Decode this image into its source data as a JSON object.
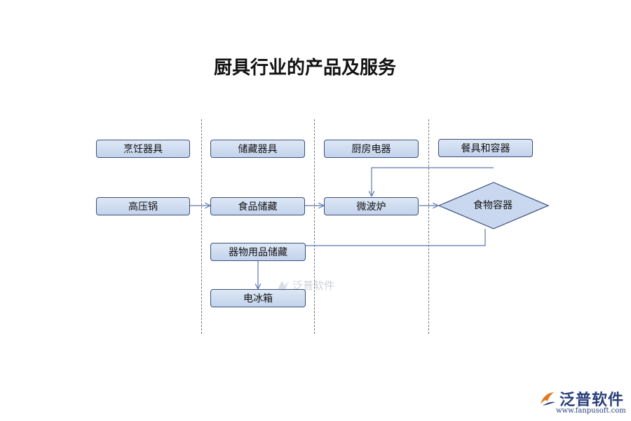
{
  "title": "厨具行业的产品及服务",
  "lanes": {
    "headers": [
      "烹饪器具",
      "储藏器具",
      "厨房电器",
      "餐具和容器"
    ]
  },
  "nodes": {
    "pressure_cooker": "高压锅",
    "food_storage": "食品储藏",
    "microwave": "微波炉",
    "food_container": "食物容器",
    "utensil_storage": "器物用品储藏",
    "refrigerator": "电冰箱"
  },
  "watermark": {
    "text": "泛普软件"
  },
  "logo": {
    "text": "泛普软件",
    "url": "www.fanpusoft.com"
  },
  "colors": {
    "node_fill": "#c9d8ef",
    "node_border": "#3a4f7a",
    "connector": "#5a78b0"
  }
}
